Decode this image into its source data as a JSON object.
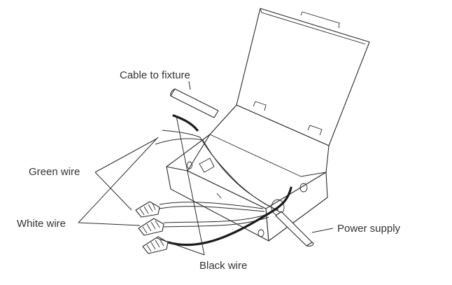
{
  "labels": {
    "cable_to_fixture": "Cable to fixture",
    "green_wire": "Green wire",
    "white_wire": "White wire",
    "black_wire": "Black wire",
    "power_supply": "Power supply"
  },
  "colors": {
    "line": "#2b2b2b",
    "text": "#333333",
    "background": "#ffffff"
  }
}
